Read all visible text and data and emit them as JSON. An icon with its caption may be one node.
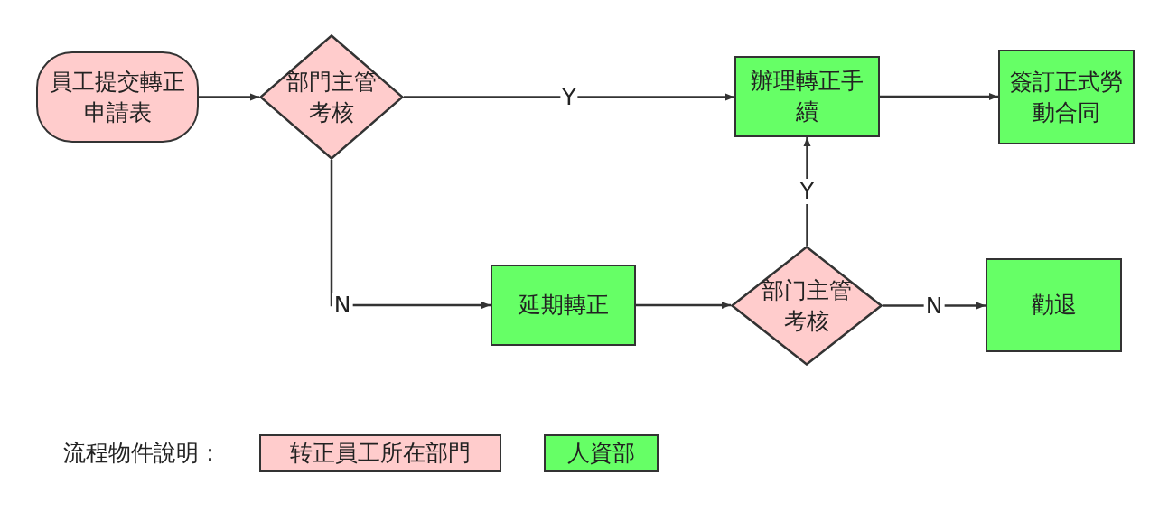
{
  "diagram": {
    "nodes": [
      {
        "text": [
          "員工提交轉正申請表"
        ]
      },
      {
        "text": [
          "部門主管考核"
        ]
      },
      {
        "text": [
          "辦理轉正手續"
        ]
      },
      {
        "text": [
          "簽訂正式勞動合同"
        ]
      },
      {
        "text": [
          "延期轉正"
        ]
      },
      {
        "text": [
          "部门主管考核"
        ]
      },
      {
        "text": [
          "勸退"
        ]
      }
    ],
    "edges": [
      {
        "from": 0,
        "to": 1,
        "arrow": "to"
      },
      {
        "from": 1,
        "to": 2,
        "arrow": "to",
        "label": "Y"
      },
      {
        "from": 2,
        "to": 3,
        "arrow": "to"
      },
      {
        "from": 1,
        "to": 4,
        "arrow": "to",
        "label": "N"
      },
      {
        "from": 4,
        "to": 5,
        "arrow": "to"
      },
      {
        "from": 5,
        "to": 2,
        "arrow": "to",
        "label": "Y"
      },
      {
        "from": 5,
        "to": 6,
        "arrow": "to",
        "label": "N"
      }
    ],
    "labels": [
      "流程物件說明："
    ],
    "legend": [
      {
        "text": "转正員工所在部門",
        "color": "#ffcccc"
      },
      {
        "text": "人資部",
        "color": "#66ff66"
      }
    ]
  }
}
